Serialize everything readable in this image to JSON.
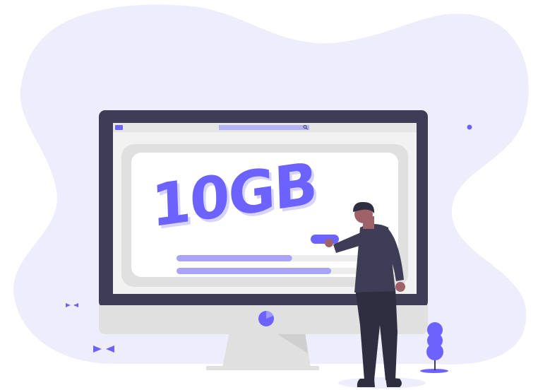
{
  "illustration": {
    "headline": "10GB",
    "colors": {
      "blob": "#eeedfc",
      "accent": "#6c63ff",
      "accent_light": "#a9a4f5",
      "monitor_frame": "#3f3d56",
      "monitor_stand": "#e0e0e0",
      "screen_bg": "#f2f2f2",
      "panel_outer": "#e0e0e0",
      "panel_inner": "#ffffff",
      "skin": "#9f616a",
      "hair": "#2f2e41",
      "shirt": "#3f3d56",
      "pants": "#2f2e41",
      "shadow": "#eeedfc"
    },
    "progress_bars": [
      {
        "fill": 0.62
      },
      {
        "fill": 0.83
      }
    ],
    "icons": [
      "search-icon",
      "tab-icon",
      "action-button",
      "plant",
      "sparkle"
    ]
  }
}
